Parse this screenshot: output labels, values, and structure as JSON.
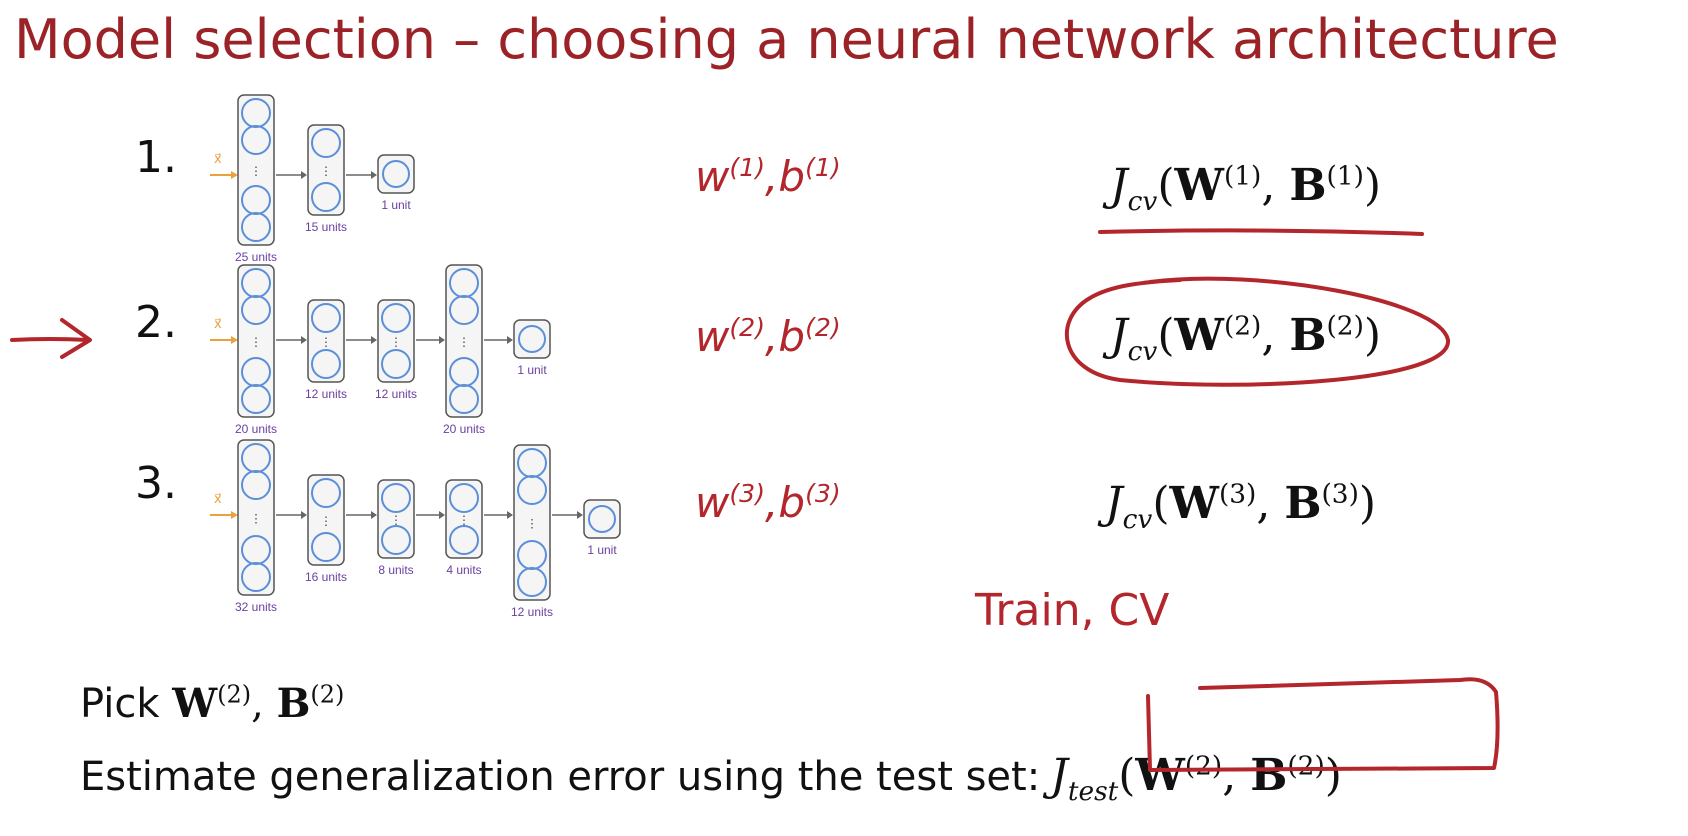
{
  "title": "Model selection – choosing a neural network architecture",
  "models": [
    {
      "number": "1.",
      "input_label": "x⃗",
      "layers": [
        "25 units",
        "15 units",
        "1 unit"
      ],
      "params": {
        "w": "w",
        "b": "b",
        "sup": "(1)"
      },
      "cost": {
        "J": "J",
        "sub": "cv",
        "W": "W",
        "B": "B",
        "sup": "(1)"
      }
    },
    {
      "number": "2.",
      "input_label": "x⃗",
      "layers": [
        "20 units",
        "12 units",
        "12 units",
        "20 units",
        "1 unit"
      ],
      "params": {
        "w": "w",
        "b": "b",
        "sup": "(2)"
      },
      "cost": {
        "J": "J",
        "sub": "cv",
        "W": "W",
        "B": "B",
        "sup": "(2)"
      }
    },
    {
      "number": "3.",
      "input_label": "x⃗",
      "layers": [
        "32 units",
        "16 units",
        "8 units",
        "4 units",
        "12 units",
        "1 unit"
      ],
      "params": {
        "w": "w",
        "b": "b",
        "sup": "(3)"
      },
      "cost": {
        "J": "J",
        "sub": "cv",
        "W": "W",
        "B": "B",
        "sup": "(3)"
      }
    }
  ],
  "annotation": "Train, CV",
  "pick": {
    "text": "Pick",
    "W": "W",
    "B": "B",
    "sup": "(2)"
  },
  "estimate": {
    "text": "Estimate generalization error using the test set:",
    "J": "J",
    "sub": "test",
    "W": "W",
    "B": "B",
    "sup": "(2)"
  },
  "colors": {
    "title": "#9b2226",
    "handwriting": "#b3262b",
    "neuron": "#5b8fd9",
    "unit_label": "#6a3fa0",
    "input_arrow": "#e8a33c"
  }
}
